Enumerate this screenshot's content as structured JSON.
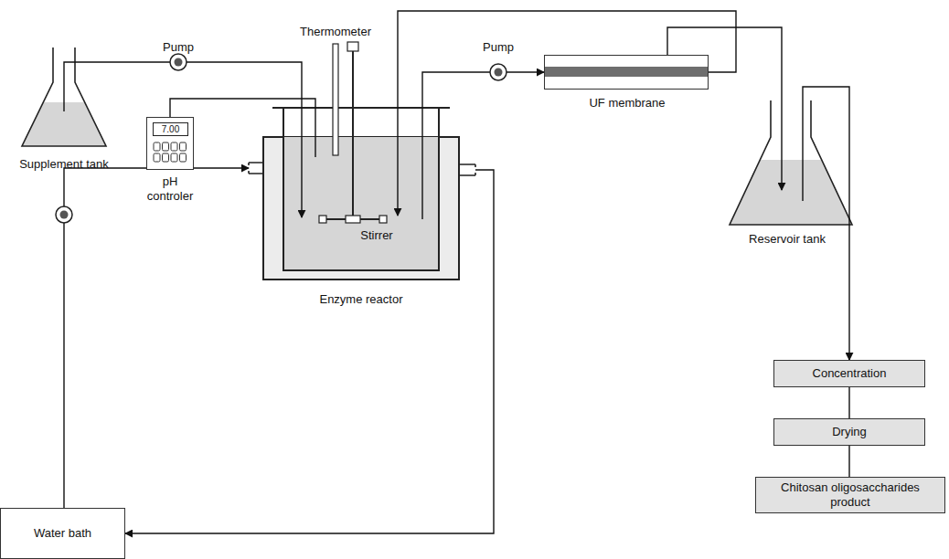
{
  "diagram": {
    "nodes": [
      {
        "text": [
          "Supplement tank"
        ]
      },
      {
        "text": [
          "7.00",
          "pH controler"
        ]
      },
      {
        "text": [
          "Enzyme reactor"
        ]
      },
      {
        "text": [
          "UF membrane"
        ]
      },
      {
        "text": [
          "Reservoir tank"
        ]
      },
      {
        "text": [
          "Concentration"
        ]
      },
      {
        "text": [
          "Drying"
        ]
      },
      {
        "text": [
          "Chitosan oligosaccharides product"
        ]
      },
      {
        "text": [
          "Water bath"
        ]
      }
    ],
    "edges": [
      {
        "from": 0,
        "to": 2,
        "arrow": "to"
      },
      {
        "from": 2,
        "to": 3,
        "arrow": "to"
      },
      {
        "from": 3,
        "to": 2,
        "arrow": "to"
      },
      {
        "from": 3,
        "to": 4,
        "arrow": "to"
      },
      {
        "from": 4,
        "to": 5,
        "arrow": "to"
      },
      {
        "from": 5,
        "to": 6,
        "arrow": "none"
      },
      {
        "from": 6,
        "to": 7,
        "arrow": "none"
      },
      {
        "from": 8,
        "to": 2,
        "arrow": "to"
      },
      {
        "from": 2,
        "to": 8,
        "arrow": "to"
      },
      {
        "from": 1,
        "to": 2,
        "arrow": "none"
      }
    ],
    "labels": [
      "Pump",
      "Thermometer",
      "Pump",
      "Stirrer"
    ]
  }
}
